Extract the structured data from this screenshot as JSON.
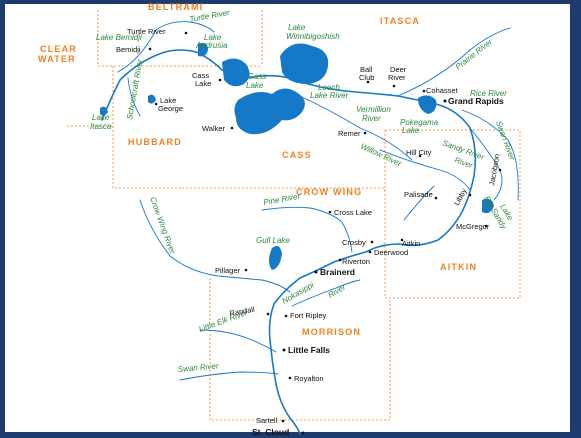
{
  "colors": {
    "frame": "#1f3b6e",
    "map_background": "#ffffff",
    "water": "#1679c8",
    "county_label": "#f08020",
    "water_label": "#2a8a3a",
    "town_label": "#111111"
  },
  "counties": [
    {
      "id": "beltrami",
      "label": "BELTRAMI"
    },
    {
      "id": "itasca",
      "label": "ITASCA"
    },
    {
      "id": "clearwater_1",
      "label": "CLEAR"
    },
    {
      "id": "clearwater_2",
      "label": "WATER"
    },
    {
      "id": "hubbard",
      "label": "HUBBARD"
    },
    {
      "id": "cass",
      "label": "CASS"
    },
    {
      "id": "crow_wing",
      "label": "CROW WING"
    },
    {
      "id": "aitkin",
      "label": "AITKIN"
    },
    {
      "id": "morrison",
      "label": "MORRISON"
    }
  ],
  "water_labels": [
    {
      "id": "turtle_river_water",
      "text": "Turtle River"
    },
    {
      "id": "lake_winnibigoshish_1",
      "text": "Lake"
    },
    {
      "id": "lake_winnibigoshish_2",
      "text": "Winnibigoshish"
    },
    {
      "id": "lake_bemidji",
      "text": "Lake Bemidji"
    },
    {
      "id": "lake_andrusia_1",
      "text": "Lake"
    },
    {
      "id": "lake_andrusia_2",
      "text": "Andrusia"
    },
    {
      "id": "prairie_river",
      "text": "Prairie River"
    },
    {
      "id": "schoolcraft_river",
      "text": "Schoolcraft River"
    },
    {
      "id": "cass_lake_water_1",
      "text": "Cass"
    },
    {
      "id": "cass_lake_water_2",
      "text": "Lake"
    },
    {
      "id": "leech_lake_1",
      "text": "Leech"
    },
    {
      "id": "leech_lake_2",
      "text": "Lake River"
    },
    {
      "id": "vermillion_1",
      "text": "Vermillion"
    },
    {
      "id": "vermillion_2",
      "text": "River"
    },
    {
      "id": "pokegama_1",
      "text": "Pokegama"
    },
    {
      "id": "pokegama_2",
      "text": "Lake"
    },
    {
      "id": "swan_river_n",
      "text": "Swan River"
    },
    {
      "id": "lake_itasca_1",
      "text": "Lake"
    },
    {
      "id": "lake_itasca_2",
      "text": "Itasca"
    },
    {
      "id": "willow_river",
      "text": "Willow River"
    },
    {
      "id": "sandy_river_1",
      "text": "Sandy River"
    },
    {
      "id": "sandy_river_2",
      "text": "River"
    },
    {
      "id": "big_sandy_1",
      "text": "Big Sandy"
    },
    {
      "id": "big_sandy_2",
      "text": "Lake"
    },
    {
      "id": "crow_wing_river",
      "text": "Crow Wing River"
    },
    {
      "id": "pine_river",
      "text": "Pine River"
    },
    {
      "id": "gull_lake",
      "text": "Gull Lake"
    },
    {
      "id": "nokasippi_1",
      "text": "Nokasippi"
    },
    {
      "id": "nokasippi_2",
      "text": "River"
    },
    {
      "id": "little_elk",
      "text": "Little Elk River"
    },
    {
      "id": "swan_river_s",
      "text": "Swan River"
    },
    {
      "id": "rice_river",
      "text": "Rice River"
    }
  ],
  "towns": [
    {
      "id": "turtle_river",
      "label": "Turtle River"
    },
    {
      "id": "bemidji",
      "label": "Bemidji"
    },
    {
      "id": "cass_lake",
      "label": "Cass"
    },
    {
      "id": "cass_lake_2",
      "label": "Lake"
    },
    {
      "id": "ball_club_1",
      "label": "Ball"
    },
    {
      "id": "ball_club_2",
      "label": "Club"
    },
    {
      "id": "deer_river_1",
      "label": "Deer"
    },
    {
      "id": "deer_river_2",
      "label": "River"
    },
    {
      "id": "cohasset",
      "label": "Cohasset"
    },
    {
      "id": "grand_rapids",
      "label": "Grand Rapids"
    },
    {
      "id": "lake_george_1",
      "label": "Lake"
    },
    {
      "id": "lake_george_2",
      "label": "George"
    },
    {
      "id": "walker",
      "label": "Walker"
    },
    {
      "id": "remer",
      "label": "Remer"
    },
    {
      "id": "hill_city",
      "label": "Hill City"
    },
    {
      "id": "palisade",
      "label": "Palisade"
    },
    {
      "id": "libby",
      "label": "Libby"
    },
    {
      "id": "jacobson",
      "label": "Jacobson"
    },
    {
      "id": "cross_lake",
      "label": "Cross Lake"
    },
    {
      "id": "mcgregor",
      "label": "McGregor"
    },
    {
      "id": "crosby",
      "label": "Crosby"
    },
    {
      "id": "aitkin",
      "label": "Aitkin"
    },
    {
      "id": "deerwood",
      "label": "Deerwood"
    },
    {
      "id": "riverton",
      "label": "Riverton"
    },
    {
      "id": "pillager",
      "label": "Pillager"
    },
    {
      "id": "brainerd",
      "label": "Brainerd"
    },
    {
      "id": "randall",
      "label": "Randall"
    },
    {
      "id": "fort_ripley",
      "label": "Fort Ripley"
    },
    {
      "id": "little_falls",
      "label": "Little Falls"
    },
    {
      "id": "royalton",
      "label": "Royalton"
    },
    {
      "id": "sartell",
      "label": "Sartell"
    },
    {
      "id": "st_cloud",
      "label": "St. Cloud"
    }
  ]
}
